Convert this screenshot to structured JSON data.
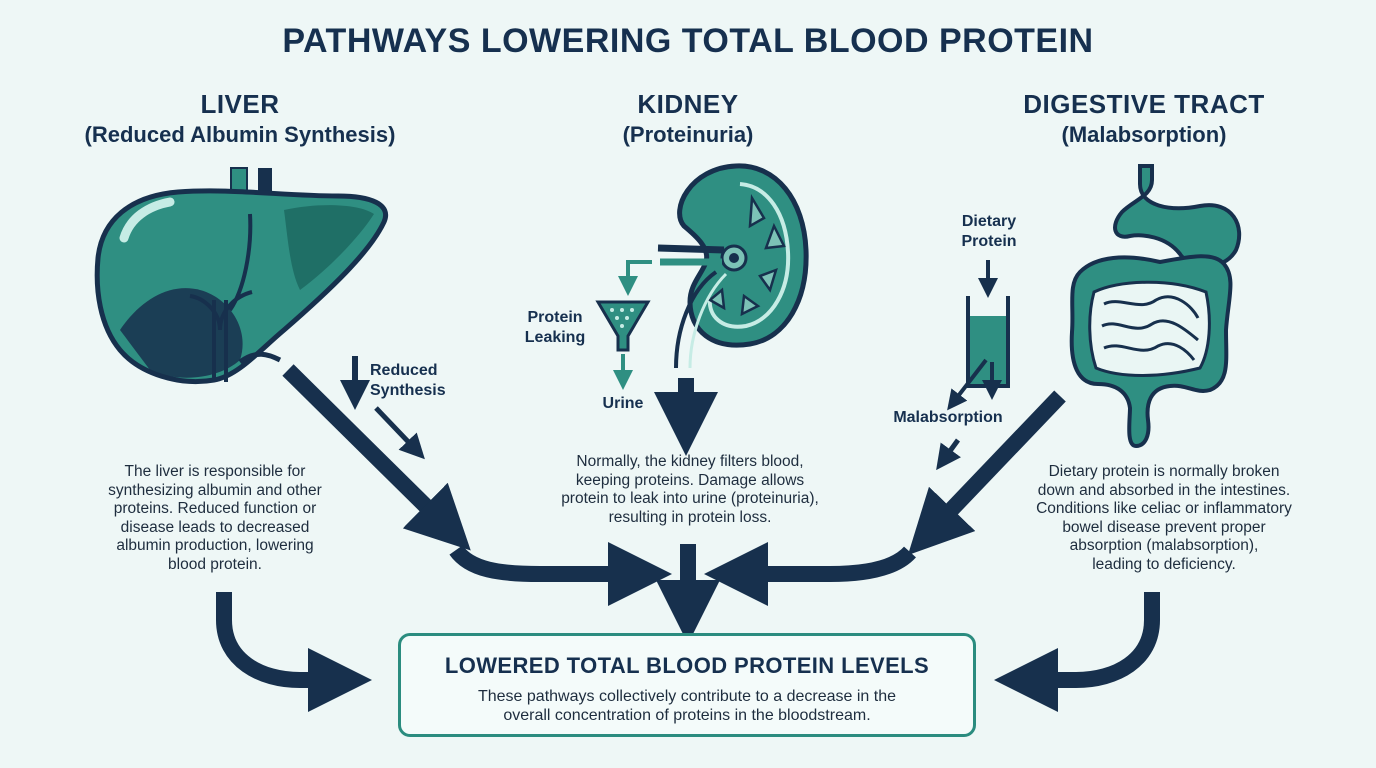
{
  "title": "PATHWAYS LOWERING TOTAL BLOOD PROTEIN",
  "colors": {
    "navy": "#17304d",
    "teal": "#2f8f82",
    "teal_dark": "#1f6f66",
    "teal_light": "#7cc2b6",
    "background": "#eef7f6"
  },
  "liver": {
    "name": "LIVER",
    "subtitle": "(Reduced Albumin Synthesis)",
    "arrow_label": [
      "Reduced",
      "Synthesis"
    ],
    "description": [
      "The liver is responsible for",
      "synthesizing albumin and other",
      "proteins. Reduced function or",
      "disease leads to decreased",
      "albumin production, lowering",
      "blood protein."
    ]
  },
  "kidney": {
    "name": "KIDNEY",
    "subtitle": "(Proteinuria)",
    "leak_label": [
      "Protein",
      "Leaking"
    ],
    "urine_label": "Urine",
    "description": [
      "Normally, the kidney filters blood,",
      "keeping proteins. Damage allows",
      "protein to leak into urine (proteinuria),",
      "resulting in protein loss."
    ]
  },
  "digestive": {
    "name": "DIGESTIVE TRACT",
    "subtitle": "(Malabsorption)",
    "dietary_label": [
      "Dietary",
      "Protein"
    ],
    "malabsorption_label": "Malabsorption",
    "description": [
      "Dietary protein is normally broken",
      "down and absorbed in the intestines.",
      "Conditions like celiac or inflammatory",
      "bowel disease prevent proper",
      "absorption (malabsorption),",
      "leading to deficiency."
    ]
  },
  "result": {
    "title": "LOWERED TOTAL BLOOD PROTEIN LEVELS",
    "text": [
      "These pathways collectively contribute to a decrease in the",
      "overall concentration of proteins in the bloodstream."
    ]
  }
}
